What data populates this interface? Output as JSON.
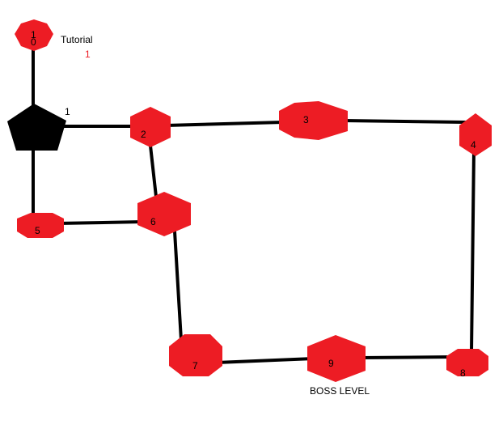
{
  "colors": {
    "node": "#ed1c24",
    "player": "#000000",
    "edge": "#000000",
    "accent_text": "#ed1c24"
  },
  "tutorial": {
    "label": "Tutorial",
    "count": "1"
  },
  "player": {
    "icon": "pentagon-player-marker",
    "label": "1"
  },
  "nodes": [
    {
      "id": "0",
      "label": "0",
      "top_label": "1"
    },
    {
      "id": "2",
      "label": "2"
    },
    {
      "id": "3",
      "label": "3"
    },
    {
      "id": "4",
      "label": "4"
    },
    {
      "id": "5",
      "label": "5"
    },
    {
      "id": "6",
      "label": "6"
    },
    {
      "id": "7",
      "label": "7"
    },
    {
      "id": "8",
      "label": "8"
    },
    {
      "id": "9",
      "label": "9",
      "caption": "BOSS LEVEL"
    }
  ]
}
